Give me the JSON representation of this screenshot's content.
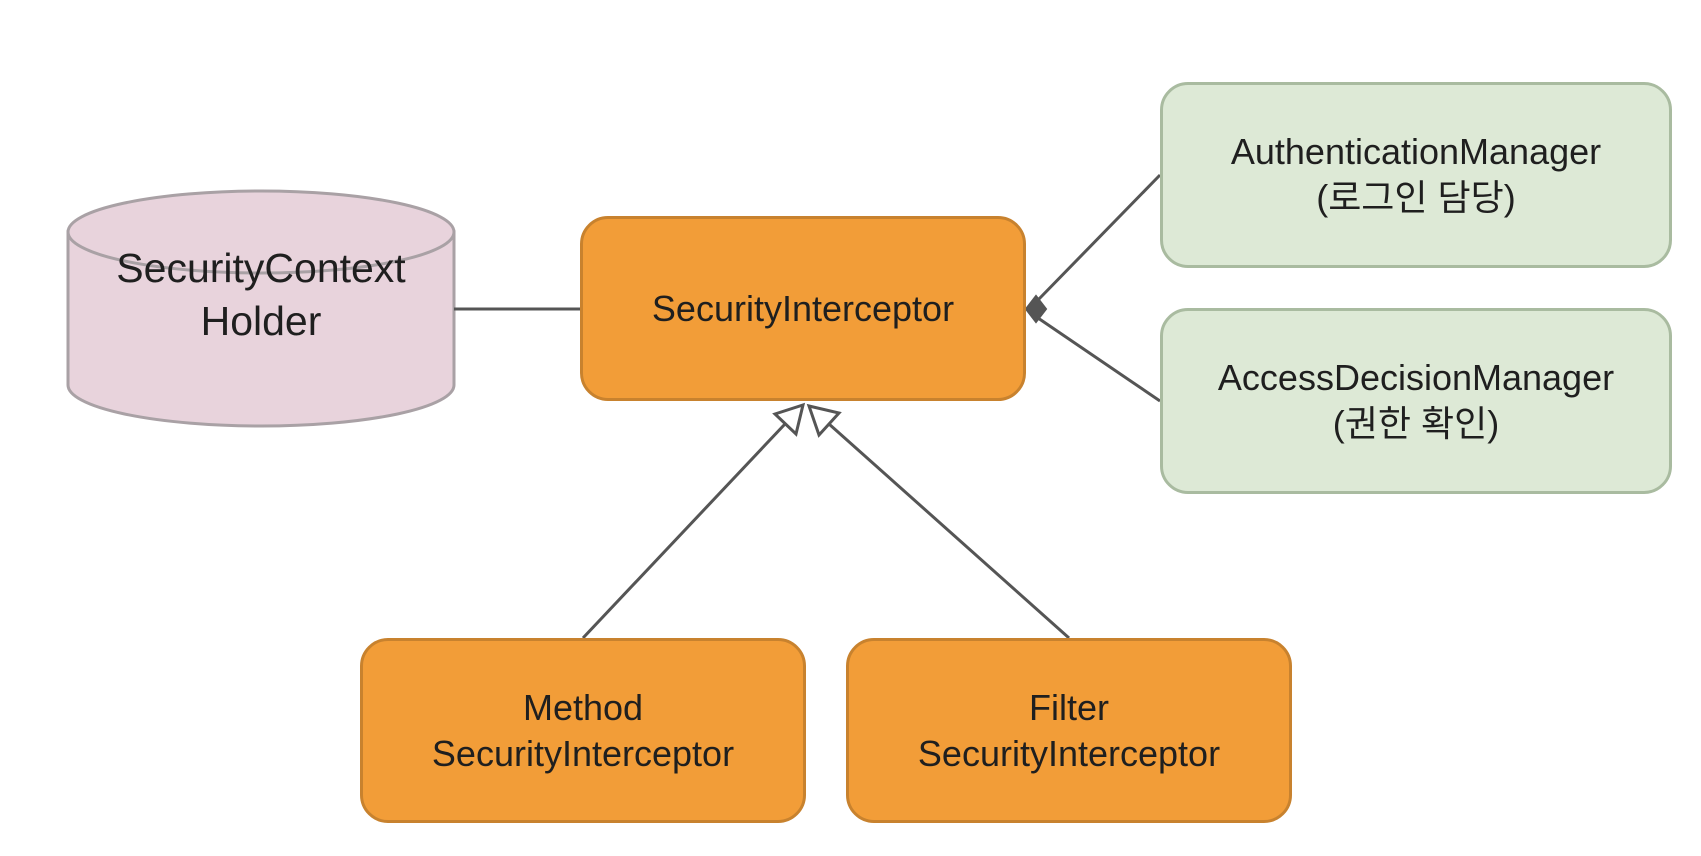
{
  "diagram": {
    "nodes": {
      "security_context_holder": {
        "line1": "SecurityContext",
        "line2": "Holder"
      },
      "security_interceptor": {
        "line1": "SecurityInterceptor"
      },
      "method_security_interceptor": {
        "line1": "Method",
        "line2": "SecurityInterceptor"
      },
      "filter_security_interceptor": {
        "line1": "Filter",
        "line2": "SecurityInterceptor"
      },
      "authentication_manager": {
        "line1": "AuthenticationManager",
        "line2": "(로그인 담당)"
      },
      "access_decision_manager": {
        "line1": "AccessDecisionManager",
        "line2": "(권한 확인)"
      }
    },
    "edges": [
      {
        "from": "security_context_holder",
        "to": "security_interceptor",
        "type": "association"
      },
      {
        "from": "method_security_interceptor",
        "to": "security_interceptor",
        "type": "generalization"
      },
      {
        "from": "filter_security_interceptor",
        "to": "security_interceptor",
        "type": "generalization"
      },
      {
        "from": "authentication_manager",
        "to": "security_interceptor",
        "type": "composition"
      },
      {
        "from": "access_decision_manager",
        "to": "security_interceptor",
        "type": "composition"
      }
    ],
    "colors": {
      "interceptor_fill": "#f29d38",
      "interceptor_border": "#c8822e",
      "manager_fill": "#dde9d6",
      "manager_border": "#a9bba0",
      "holder_fill": "#e8d3dc",
      "holder_border": "#a9a1a5",
      "edge_color": "#555555"
    }
  }
}
